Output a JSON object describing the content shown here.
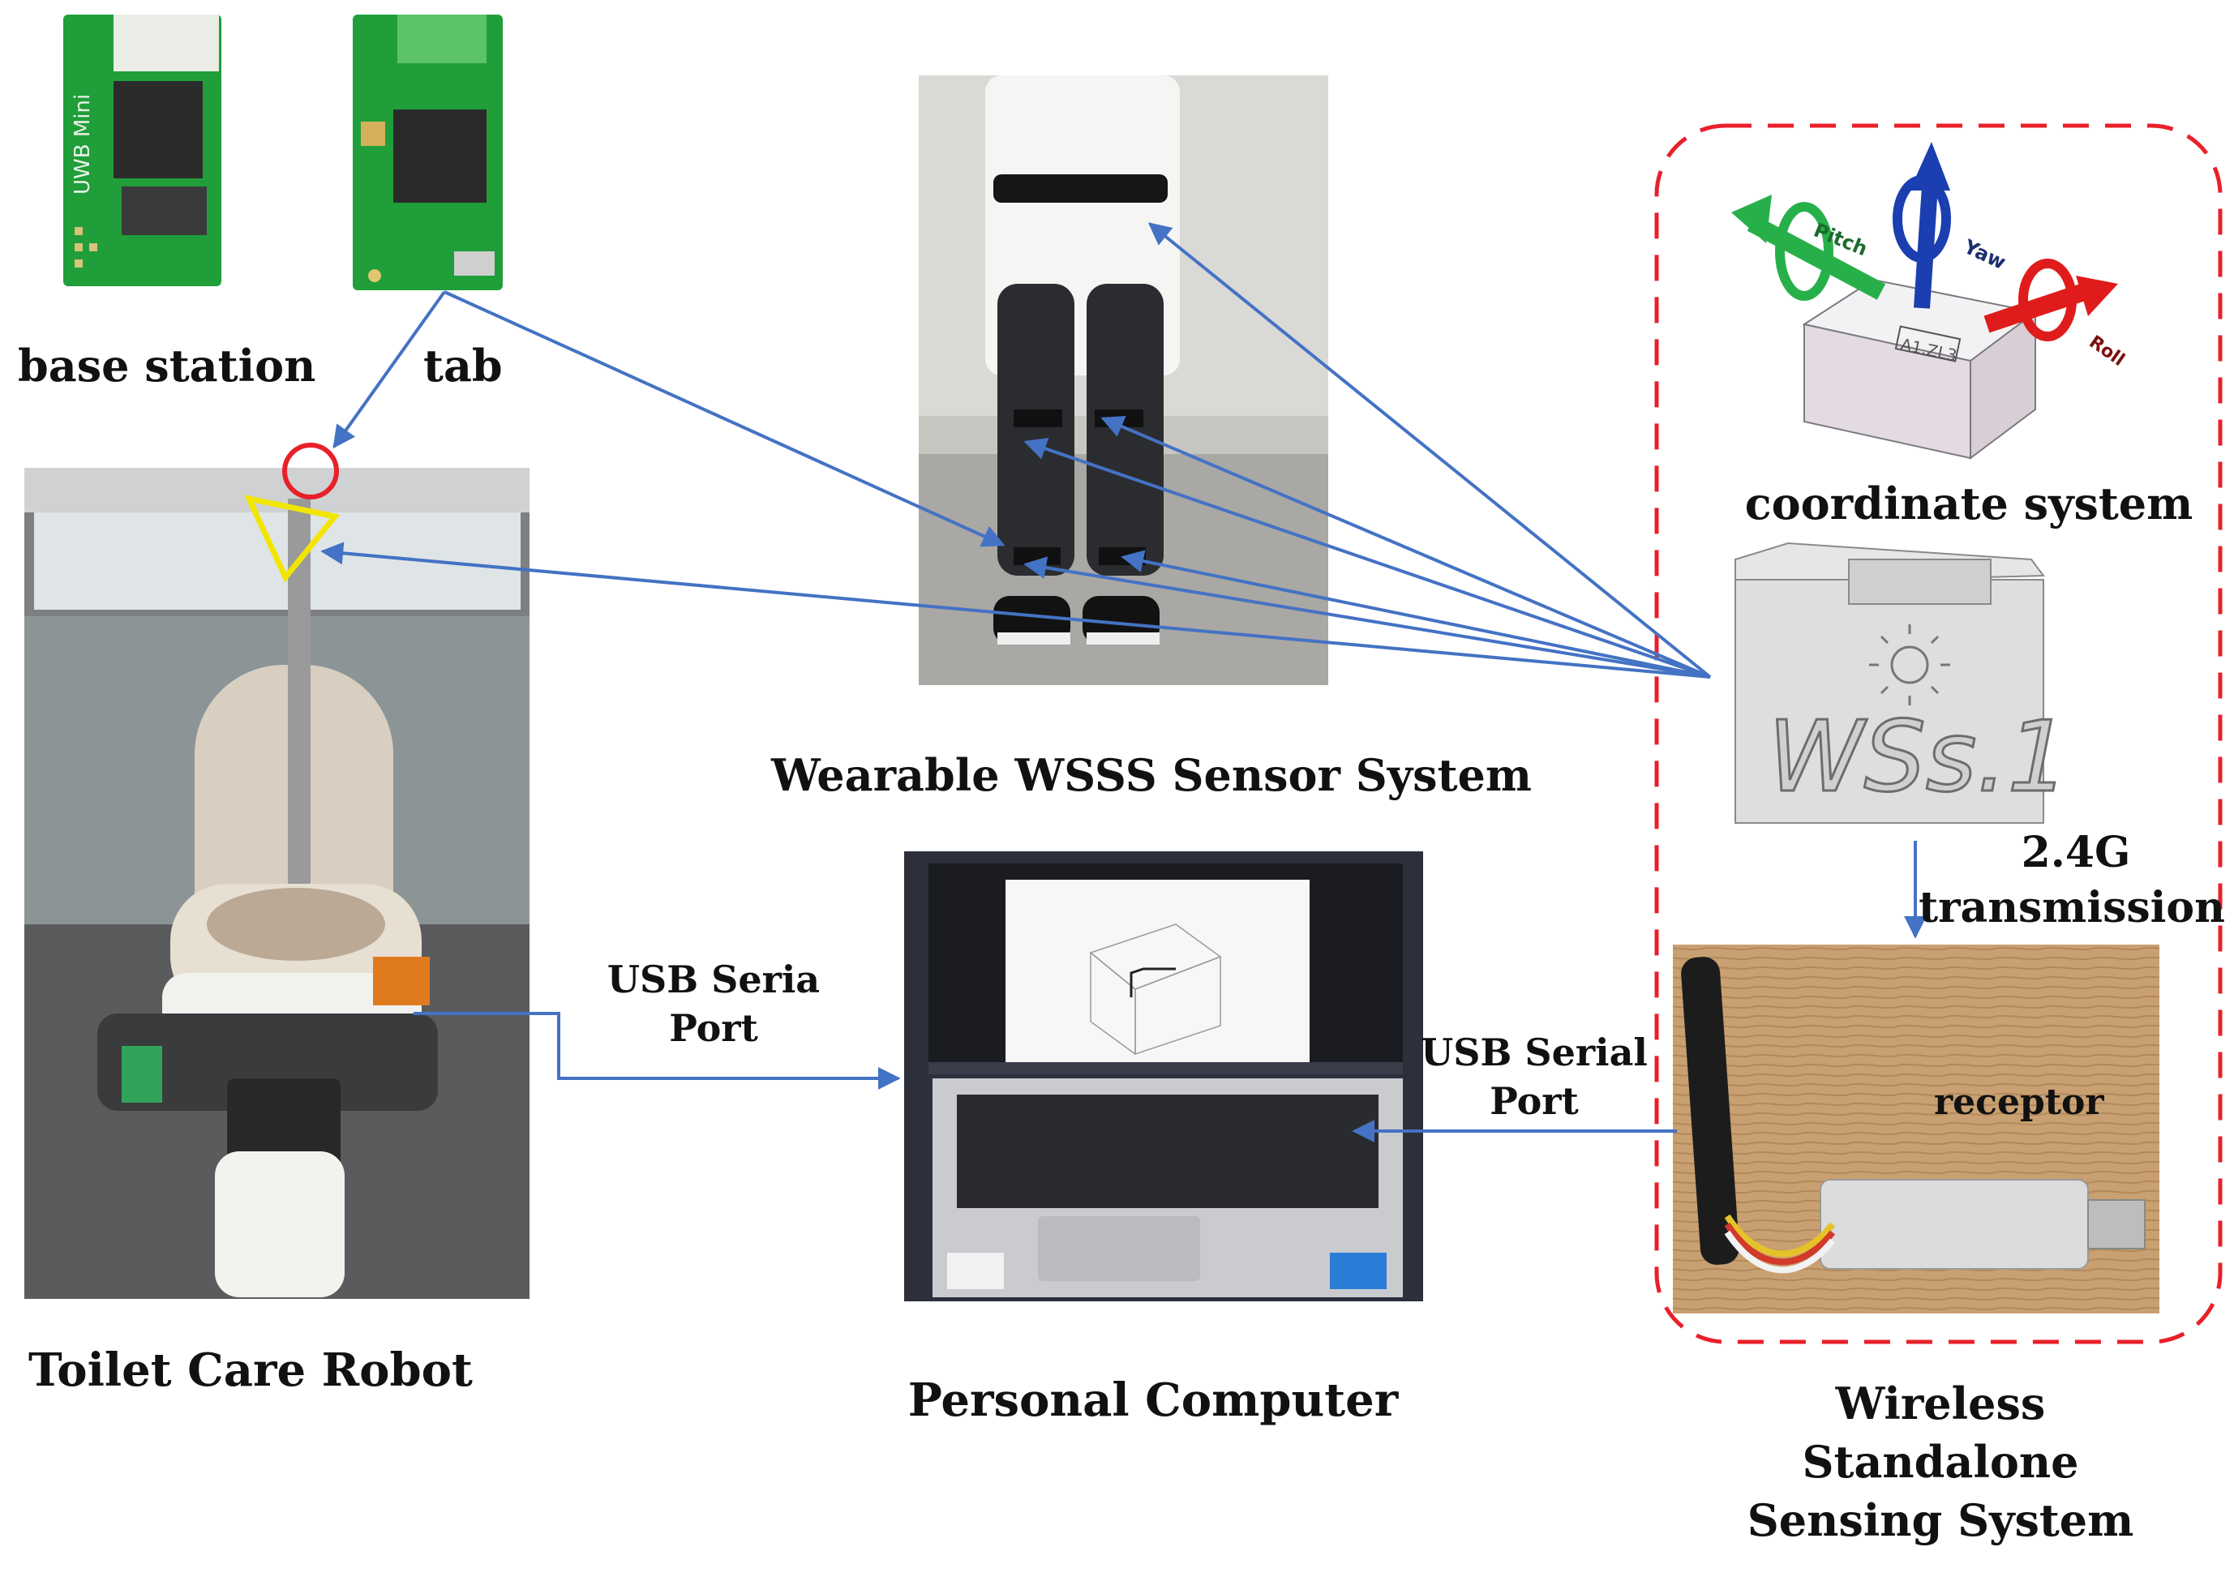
{
  "labels": {
    "base_station": "base station",
    "tab": "tab",
    "uwb_board_text": "UWB Mini",
    "wearable_system": "Wearable WSSS Sensor System",
    "coordinate_system": "coordinate system",
    "transmission_line1": "2.4G",
    "transmission_line2": "transmission",
    "usb_left_line1": "USB Seria",
    "usb_left_line2": "Port",
    "usb_right_line1": "USB Serial",
    "usb_right_line2": "Port",
    "receptor": "receptor",
    "toilet_robot": "Toilet Care Robot",
    "personal_computer": "Personal Computer",
    "wireless_line1": "Wireless",
    "wireless_line2": "Standalone",
    "wireless_line3": "Sensing System",
    "sensor_module_text": "WSs.1",
    "axis_pitch": "Pitch",
    "axis_yaw": "Yaw",
    "axis_roll": "Roll",
    "axis_model_text": "A1.ZL3"
  },
  "colors": {
    "arrow_blue": "#4472c4",
    "dashed_red": "#e8202a",
    "marker_red": "#e8202a",
    "marker_yellow": "#f2e600",
    "pcb_green": "#1f9e3a"
  },
  "icons": {
    "pitch_arrow": "green-rotation-arrow-icon",
    "yaw_arrow": "blue-rotation-arrow-icon",
    "roll_arrow": "red-rotation-arrow-icon",
    "sun": "sun-icon"
  }
}
